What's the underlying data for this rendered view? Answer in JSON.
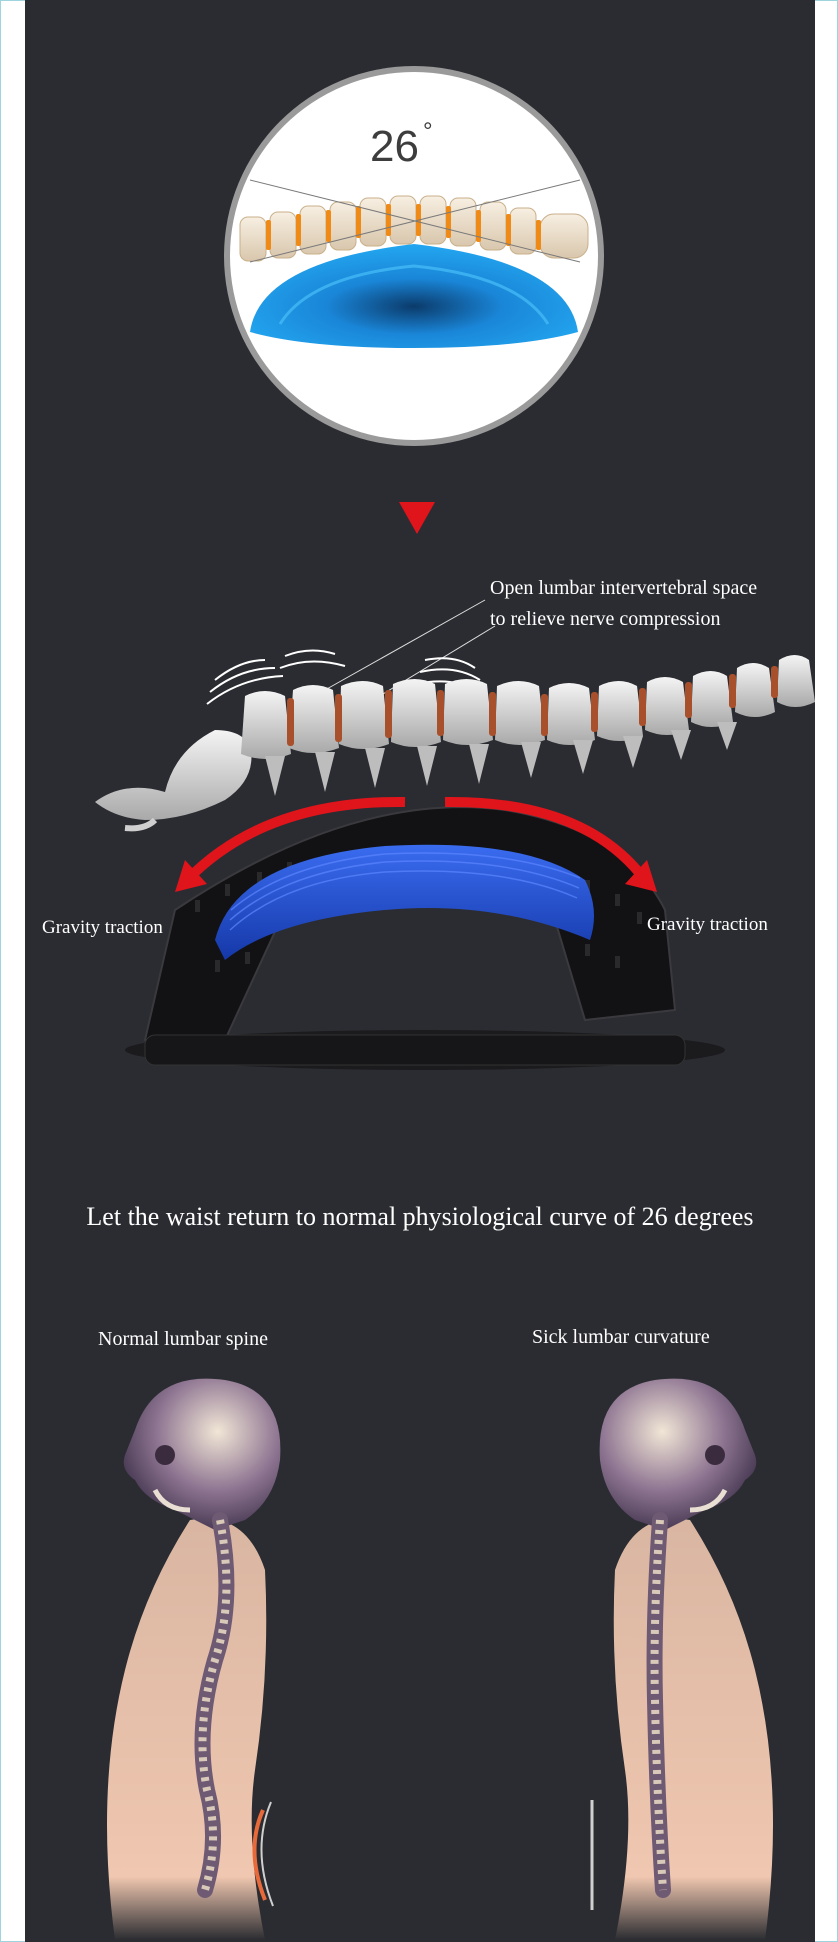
{
  "magnifier": {
    "angle_value": "26",
    "angle_unit": "°"
  },
  "arrow_indicator": {
    "icon": "red-down-triangle",
    "color": "#e0141b"
  },
  "spine_section": {
    "callout_line1": "Open lumbar intervertebral space",
    "callout_line2": "to relieve nerve compression",
    "left_label": "Gravity traction",
    "right_label": "Gravity traction"
  },
  "headline": "Let the waist return to normal physiological curve of 26 degrees",
  "comparison": {
    "normal_label": "Normal lumbar spine",
    "sick_label": "Sick lumbar curvature"
  },
  "colors": {
    "background": "#2b2c31",
    "stretcher_pad": "#1f4fd6",
    "traction_arrow": "#e0141b",
    "magnifier_pad": "#1a9be8"
  }
}
